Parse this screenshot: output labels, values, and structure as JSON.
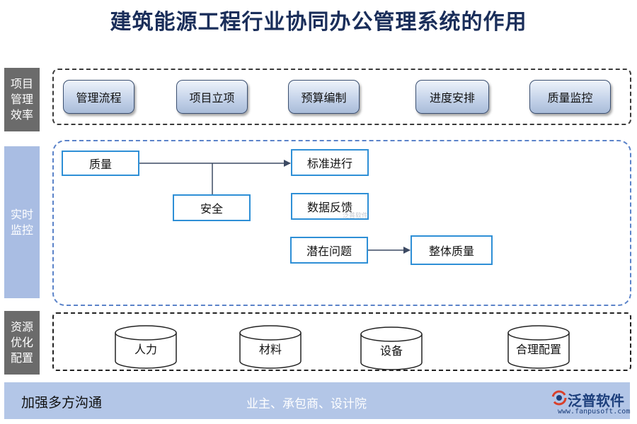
{
  "title": "建筑能源工程行业协同办公管理系统的作用",
  "sections": {
    "project": {
      "label": "项目管理效率"
    },
    "monitor": {
      "label": "实时监控"
    },
    "resource": {
      "label": "资源优化配置"
    }
  },
  "project_items": [
    {
      "label": "管理流程"
    },
    {
      "label": "项目立项"
    },
    {
      "label": "预算编制"
    },
    {
      "label": "进度安排"
    },
    {
      "label": "质量监控"
    }
  ],
  "monitor_nodes": {
    "quality": "质量",
    "safety": "安全",
    "standard": "标准进行",
    "feedback": "数据反馈",
    "issues": "潜在问题",
    "overall": "整体质量"
  },
  "resources": [
    {
      "label": "人力"
    },
    {
      "label": "材料"
    },
    {
      "label": "设备"
    },
    {
      "label": "合理配置"
    }
  ],
  "bottom": {
    "left": "加强多方沟通",
    "middle": "业主、承包商、设计院"
  },
  "logo": {
    "name": "泛普软件",
    "url": "www.fanpusoft.com",
    "watermark": "泛普软件"
  },
  "colors": {
    "title": "#1a2e5a",
    "side_dark": "#6b6b6b",
    "side_blue": "#a9bde3",
    "node_border": "#2e8fd6",
    "bottom_bar": "#b3c6e7"
  }
}
